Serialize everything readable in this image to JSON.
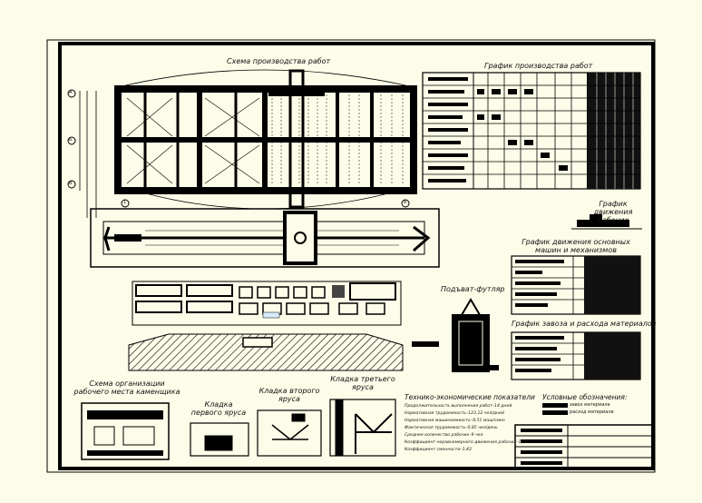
{
  "drawing": {
    "work_scheme_title": "Схема производства работ",
    "work_schedule_title": "График производства работ",
    "worker_movement_title": "График движения рабочих",
    "machine_movement_title": "График движения основных машин и механизмов",
    "materials_schedule_title": "График завоза и расхода материалов",
    "hoist_title": "Подъват-футляр",
    "mason_workplace_title": "Схема организации рабочего места каменщика",
    "first_tier_title": "Кладка первого яруса",
    "second_tier_title": "Кладка второго яруса",
    "third_tier_title": "Кладка третьего яруса",
    "tep_title": "Технико-экономические показатели",
    "tep_lines": [
      "Продолжительность выполнения работ–14 дней",
      "Нормативная трудоемкость–123,12 чел/дней",
      "Нормативная машиноемкость–8,51 маш/смен",
      "Фактическая трудоемкость–0,85 чел/день",
      "Среднее количество рабочих–9 чел.",
      "Коэффициент неравномерного движения рабочих–1,66",
      "Коэффициент сменности–1,43"
    ],
    "legend_title": "Условные обозначения:",
    "legend_items": [
      "завоз материала",
      "расход материала"
    ],
    "axis_marks": [
      "А",
      "Б",
      "В",
      "1",
      "8"
    ]
  },
  "colors": {
    "paper": "#fdfce8",
    "ink": "#000000",
    "highlight": "#d7ecff"
  }
}
